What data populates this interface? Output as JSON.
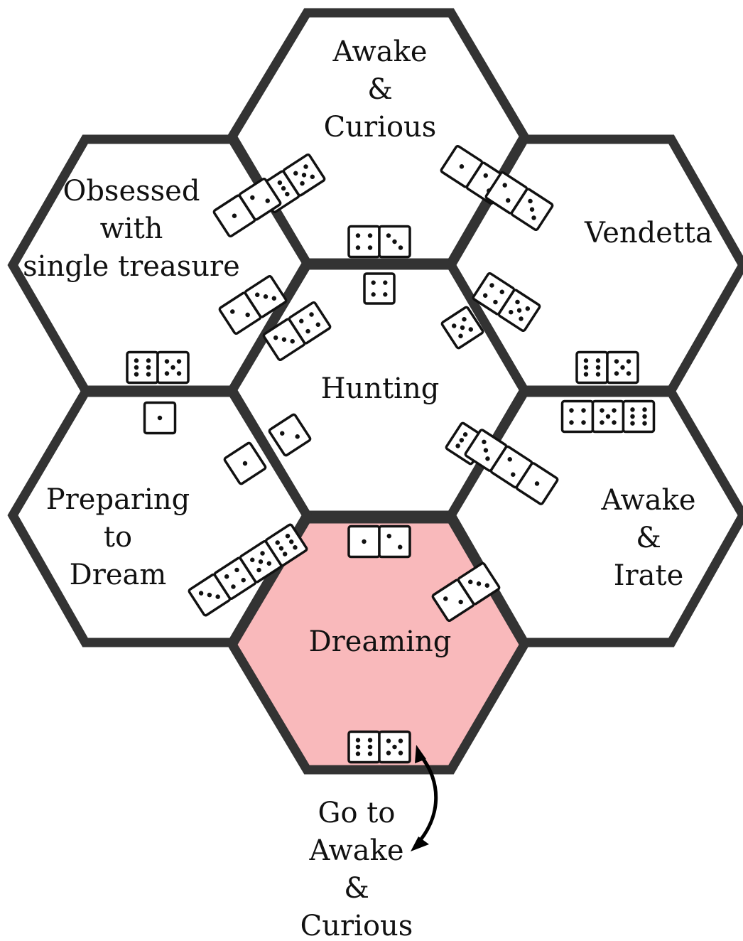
{
  "colors": {
    "outline": "#333333",
    "cell_fill": "#ffffff",
    "highlight_fill": "#f9b9bb",
    "die_face": "#ffffff",
    "pip": "#111111"
  },
  "cells": [
    {
      "id": "awake-curious",
      "lines": [
        "Awake",
        "&",
        "Curious"
      ],
      "highlight": false
    },
    {
      "id": "obsessed",
      "lines": [
        "Obsessed",
        "with",
        "single treasure"
      ],
      "highlight": false
    },
    {
      "id": "vendetta",
      "lines": [
        "Vendetta"
      ],
      "highlight": false
    },
    {
      "id": "hunting",
      "lines": [
        "Hunting"
      ],
      "highlight": false
    },
    {
      "id": "preparing",
      "lines": [
        "Preparing",
        "to",
        "Dream"
      ],
      "highlight": false
    },
    {
      "id": "awake-irate",
      "lines": [
        "Awake",
        "&",
        "Irate"
      ],
      "highlight": false
    },
    {
      "id": "dreaming",
      "lines": [
        "Dreaming"
      ],
      "highlight": true
    }
  ],
  "dice_groups": [
    {
      "id": "hunting-top",
      "faces": [
        4
      ]
    },
    {
      "id": "hunting-left-upper",
      "faces": [
        2,
        3
      ]
    },
    {
      "id": "hunting-right-upper",
      "faces": [
        5
      ]
    },
    {
      "id": "hunting-left-lower",
      "faces": [
        1
      ]
    },
    {
      "id": "hunting-right-lower",
      "faces": [
        6
      ]
    },
    {
      "id": "hunting-bottom",
      "faces": [
        1,
        2
      ]
    },
    {
      "id": "awake-curious-bottom",
      "faces": [
        4,
        3
      ]
    },
    {
      "id": "awake-curious-left",
      "faces": [
        6,
        5
      ]
    },
    {
      "id": "awake-curious-right",
      "faces": [
        1,
        2
      ]
    },
    {
      "id": "obsessed-upper-right",
      "faces": [
        1,
        2
      ]
    },
    {
      "id": "obsessed-lower-right",
      "faces": [
        3,
        4
      ]
    },
    {
      "id": "obsessed-bottom",
      "faces": [
        6,
        5
      ]
    },
    {
      "id": "vendetta-upper-left",
      "faces": [
        2,
        3
      ]
    },
    {
      "id": "vendetta-lower-left",
      "faces": [
        4,
        5
      ]
    },
    {
      "id": "vendetta-bottom",
      "faces": [
        6,
        5
      ]
    },
    {
      "id": "preparing-top",
      "faces": [
        1
      ]
    },
    {
      "id": "preparing-upper-right",
      "faces": [
        2
      ]
    },
    {
      "id": "preparing-right",
      "faces": [
        3,
        4,
        5,
        6
      ]
    },
    {
      "id": "awake-irate-top",
      "faces": [
        4,
        5,
        6
      ]
    },
    {
      "id": "awake-irate-left",
      "faces": [
        3,
        2,
        1
      ]
    },
    {
      "id": "dreaming-right",
      "faces": [
        2,
        3
      ]
    },
    {
      "id": "dreaming-bottom",
      "faces": [
        6,
        5
      ]
    }
  ],
  "footer": {
    "lines": [
      "Go to",
      "Awake",
      "&",
      "Curious"
    ]
  }
}
